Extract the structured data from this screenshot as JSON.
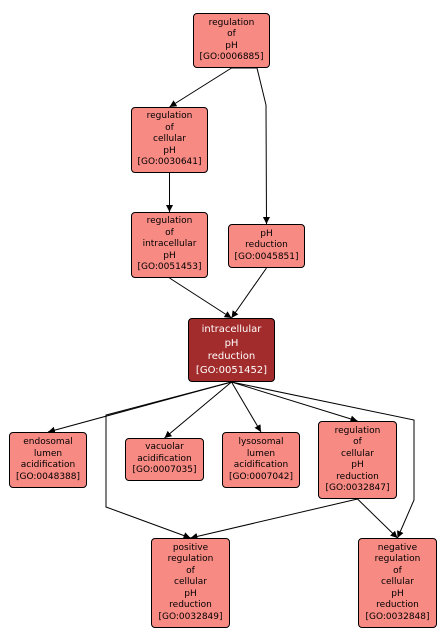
{
  "colors": {
    "node_fill": "#f88a84",
    "focus_fill": "#a22b2b",
    "focus_text": "#ffffff",
    "border": "#000000",
    "edge": "#000000"
  },
  "nodes": [
    {
      "key": "n6885",
      "label": "regulation\nof\npH",
      "id": "[GO:0006885]"
    },
    {
      "key": "n30641",
      "label": "regulation\nof\ncellular\npH",
      "id": "[GO:0030641]"
    },
    {
      "key": "n51453",
      "label": "regulation\nof\nintracellular\npH",
      "id": "[GO:0051453]"
    },
    {
      "key": "n45851",
      "label": "pH\nreduction",
      "id": "[GO:0045851]"
    },
    {
      "key": "n51452",
      "label": "intracellular\npH\nreduction",
      "id": "[GO:0051452]"
    },
    {
      "key": "n48388",
      "label": "endosomal\nlumen\nacidification",
      "id": "[GO:0048388]"
    },
    {
      "key": "n7035",
      "label": "vacuolar\nacidification",
      "id": "[GO:0007035]"
    },
    {
      "key": "n7042",
      "label": "lysosomal\nlumen\nacidification",
      "id": "[GO:0007042]"
    },
    {
      "key": "n32847",
      "label": "regulation\nof\ncellular\npH\nreduction",
      "id": "[GO:0032847]"
    },
    {
      "key": "n32849",
      "label": "positive\nregulation\nof\ncellular\npH\nreduction",
      "id": "[GO:0032849]"
    },
    {
      "key": "n32848",
      "label": "negative\nregulation\nof\ncellular\npH\nreduction",
      "id": "[GO:0032848]"
    }
  ],
  "edges": [
    {
      "from": "n6885",
      "to": "n30641"
    },
    {
      "from": "n6885",
      "to": "n45851"
    },
    {
      "from": "n30641",
      "to": "n51453"
    },
    {
      "from": "n51453",
      "to": "n51452"
    },
    {
      "from": "n45851",
      "to": "n51452"
    },
    {
      "from": "n51452",
      "to": "n48388"
    },
    {
      "from": "n51452",
      "to": "n7035"
    },
    {
      "from": "n51452",
      "to": "n7042"
    },
    {
      "from": "n51452",
      "to": "n32847"
    },
    {
      "from": "n51452",
      "to": "n32849"
    },
    {
      "from": "n51452",
      "to": "n32848"
    },
    {
      "from": "n32847",
      "to": "n32849"
    },
    {
      "from": "n32847",
      "to": "n32848"
    }
  ]
}
